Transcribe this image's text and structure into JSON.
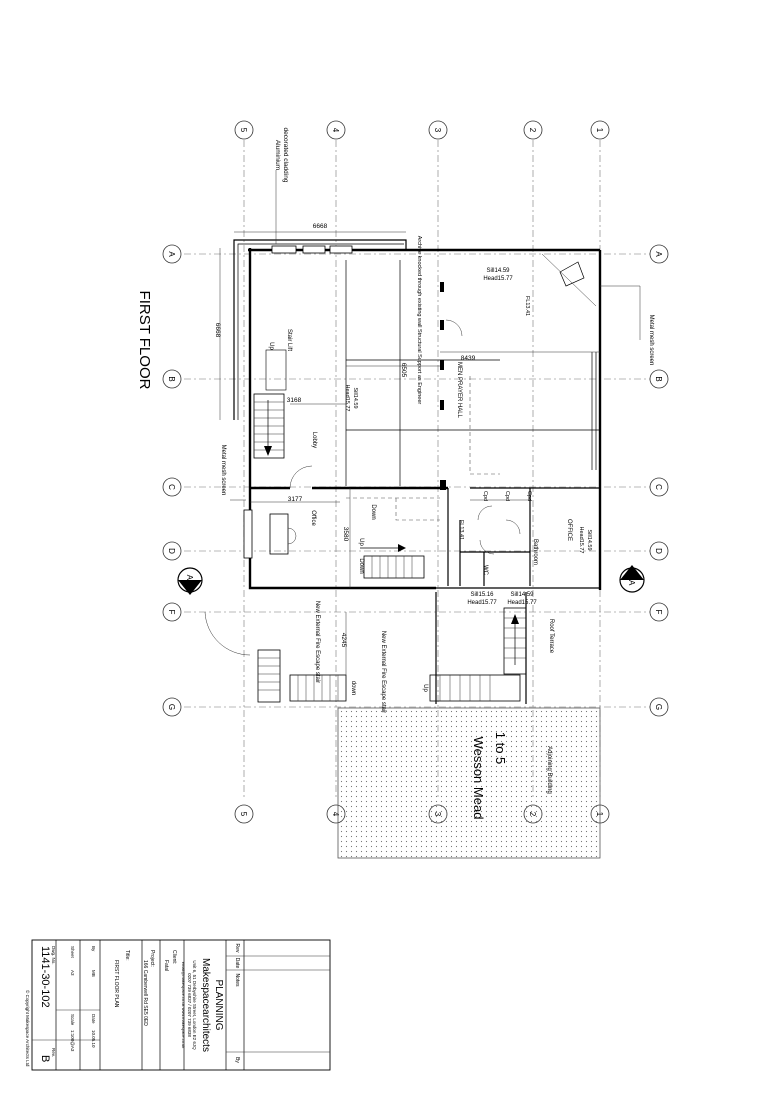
{
  "drawing": {
    "floor_title": "FIRST FLOOR",
    "grid_numbers": [
      "5",
      "4",
      "3",
      "2",
      "1"
    ],
    "grid_letters": [
      "A",
      "B",
      "C",
      "D",
      "F",
      "G"
    ],
    "section_marker": "AA",
    "street_line1": "1 to 5",
    "street_line2": "Wesson Mead",
    "labels": {
      "cladding": "Aluminium decorated cladding",
      "metal_mesh_right": "Metal mesh screen",
      "metal_mesh_left": "Metal mesh screen",
      "structural": "Archive knocked through existing wall Structural Support as Engineer",
      "prayer_hall": "MEN PRAYER HALL",
      "office_right": "OFFICE",
      "office_left": "Office",
      "bathroom": "Bathroom",
      "wc": "WC",
      "lobby": "Lobby",
      "stair_lift": "Stair Lift",
      "up_1": "Up",
      "up_2": "Up",
      "up_3": "Up",
      "down_1": "Down",
      "down_2": "Down",
      "down_3": "down",
      "cpd_1": "Cpd",
      "cpd_2": "Cpd",
      "cpd_3": "Cpd",
      "fl_1": "FL13.41",
      "fl_2": "FL13.41",
      "sill_1a": "Sill14.59",
      "sill_1b": "Head15.77",
      "sill_2a": "Sill14.59",
      "sill_2b": "Head15.77",
      "sill_3a": "Sill14.59",
      "sill_3b": "Head15.77",
      "sill_4a": "Sill15.16",
      "sill_4b": "Head15.77",
      "sill_5a": "Sill14.59",
      "sill_5b": "Head15.77",
      "fire_left": "New External Fire Escape stair",
      "fire_right": "New External Fire Escape stair",
      "roof_terrace": "Roof Terrace",
      "adjoining": "Adjoining Building"
    },
    "dimensions": {
      "d6668_top": "6668",
      "d6668_side": "6668",
      "d3168": "3168",
      "d6505": "6505",
      "d8439": "8439",
      "d3177": "3177",
      "d3580": "3580",
      "d4245": "4245"
    }
  },
  "title_block": {
    "rev_header": [
      "Rev",
      "Date",
      "Notes",
      "By"
    ],
    "stage": "PLANNING",
    "firm": "Makespacearchitects",
    "address": "Unit 6, 51 Derbyshire Street, London E2 6JQ",
    "phone": "0207 739 6837 / 0207 739 6838",
    "contact": "email@makespace.co.uk  www.makespace.co.uk",
    "client_label": "Client:",
    "client_value": "Fatal",
    "project_label": "Project:",
    "project_value": "166 Camberwell Rd SE5 0ED",
    "title_label": "Title:",
    "title_value": "FIRST FLOOR PLAN",
    "by_label": "By",
    "by_value": "MB",
    "date_label": "Date",
    "date_value": "10.05.10",
    "sheet_label": "Sheet",
    "sheet_value": "A3",
    "scale_label": "Scale",
    "scale_value": "1:100@A3",
    "dwg_label": "Dwg. No.",
    "dwg_value": "1141-30-102",
    "rev_label": "Rev.",
    "rev_value": "B",
    "copyright": "© Copyright Makespace Architects Ltd"
  }
}
